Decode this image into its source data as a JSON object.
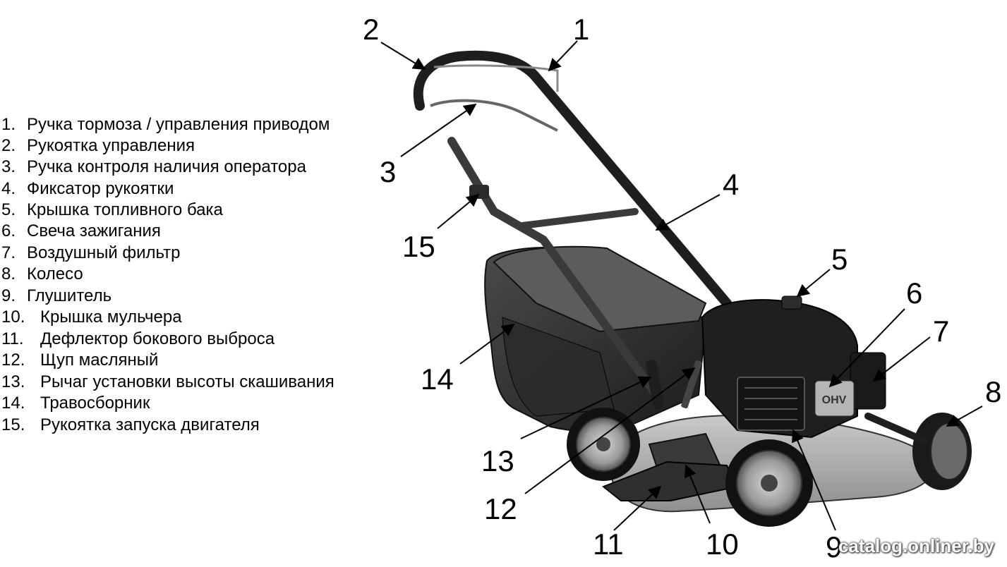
{
  "legend": [
    {
      "num": "1.",
      "text": "Ручка тормоза / управления приводом"
    },
    {
      "num": "2.",
      "text": "Рукоятка управления"
    },
    {
      "num": "3.",
      "text": "Ручка контроля наличия оператора"
    },
    {
      "num": "4.",
      "text": "Фиксатор рукоятки"
    },
    {
      "num": "5.",
      "text": "Крышка топливного бака"
    },
    {
      "num": "6.",
      "text": "Свеча зажигания"
    },
    {
      "num": "7.",
      "text": "Воздушный фильтр"
    },
    {
      "num": "8.",
      "text": "Колесо"
    },
    {
      "num": "9.",
      "text": "Глушитель"
    },
    {
      "num": "10.",
      "text": "Крышка мульчера"
    },
    {
      "num": "11.",
      "text": "Дефлектор бокового выброса"
    },
    {
      "num": "12.",
      "text": "Щуп масляный"
    },
    {
      "num": "13.",
      "text": "Рычаг установки  высоты скашивания"
    },
    {
      "num": "14.",
      "text": "Травосборник"
    },
    {
      "num": "15.",
      "text": "Рукоятка запуска двигателя"
    }
  ],
  "callouts": [
    "1",
    "2",
    "3",
    "4",
    "5",
    "6",
    "7",
    "8",
    "9",
    "10",
    "11",
    "12",
    "13",
    "14",
    "15"
  ],
  "engine_badge": "OHV",
  "watermark": "catalog.onliner.by"
}
